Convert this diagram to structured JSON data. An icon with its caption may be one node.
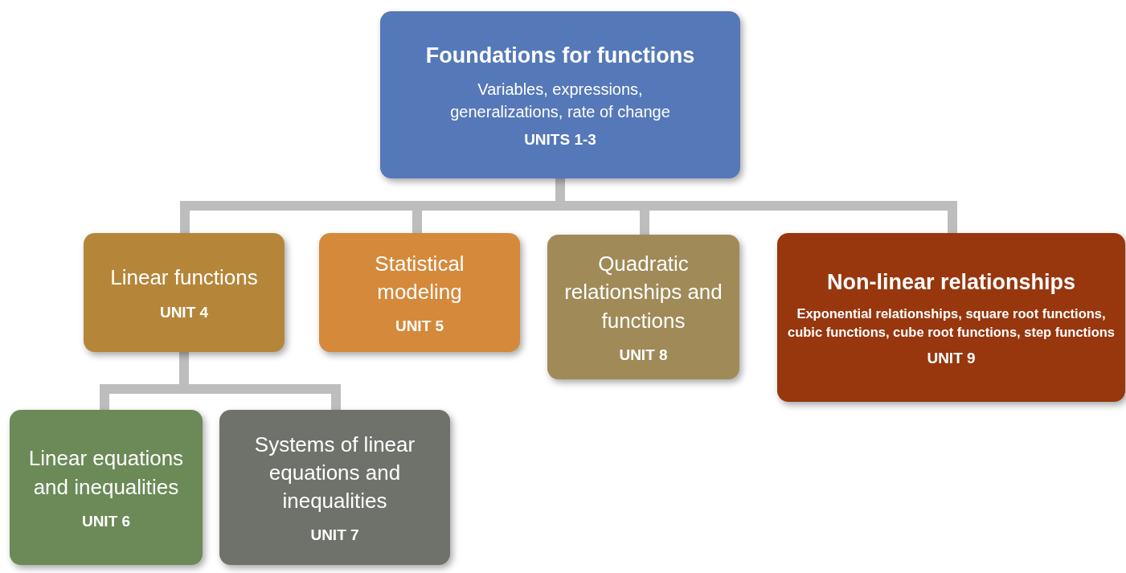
{
  "diagram": {
    "nodes": [
      {
        "text": [
          "Foundations for functions",
          "Variables, expressions, generalizations, rate of change",
          "UNITS 1-3"
        ]
      },
      {
        "text": [
          "Linear functions",
          "UNIT 4"
        ]
      },
      {
        "text": [
          "Statistical modeling",
          "UNIT 5"
        ]
      },
      {
        "text": [
          "Quadratic relationships and functions",
          "UNIT 8"
        ]
      },
      {
        "text": [
          "Non-linear relationships",
          "Exponential relationships, square root functions, cubic functions, cube root functions, step functions",
          "UNIT 9"
        ]
      },
      {
        "text": [
          "Linear equations and inequalities",
          "UNIT 6"
        ]
      },
      {
        "text": [
          "Systems of linear equations and inequalities",
          "UNIT 7"
        ]
      }
    ],
    "edges": [
      {
        "from": 0,
        "to": 1,
        "arrow": "none"
      },
      {
        "from": 0,
        "to": 2,
        "arrow": "none"
      },
      {
        "from": 0,
        "to": 3,
        "arrow": "none"
      },
      {
        "from": 0,
        "to": 4,
        "arrow": "none"
      },
      {
        "from": 1,
        "to": 5,
        "arrow": "none"
      },
      {
        "from": 1,
        "to": 6,
        "arrow": "none"
      }
    ]
  }
}
